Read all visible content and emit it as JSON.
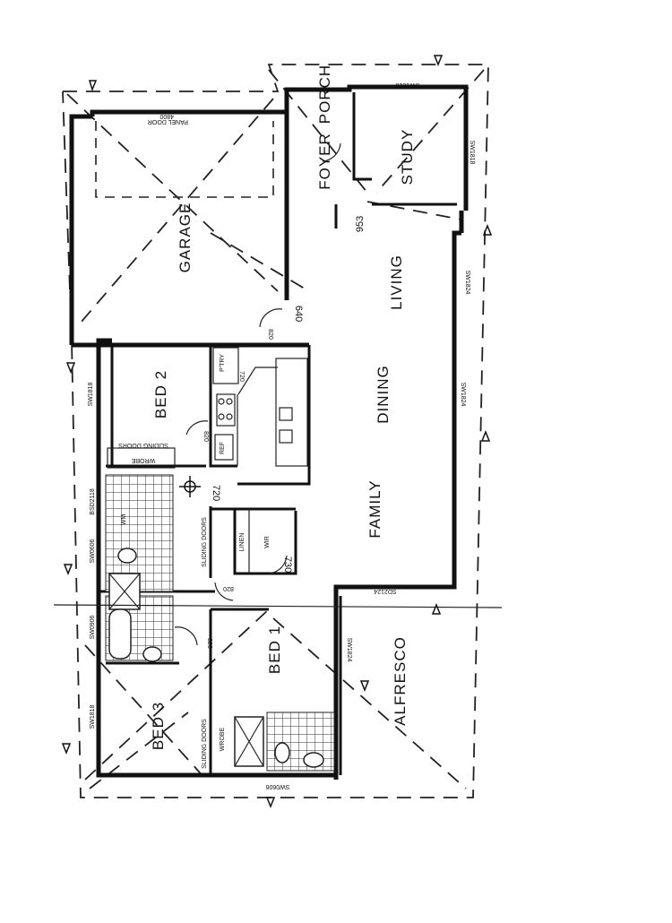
{
  "rooms": {
    "garage": "GARAGE",
    "porch": "PORCH",
    "foyer": "FOYER",
    "study": "STUDY",
    "living": "LIVING",
    "dining": "DINING",
    "family": "FAMILY",
    "bed1": "BED 1",
    "bed2": "BED 2",
    "bed3": "BED 3",
    "alfresco": "ALFRESCO",
    "pantry": "P'TRY",
    "linen": "LINEN",
    "wir": "WIR",
    "wrobe_bed2": "WROBE",
    "wrobe_bed1": "WROBE",
    "ref": "REF",
    "wm": "WM",
    "sliding_doors_bed2": "SLIDING DOORS",
    "sliding_doors_hall": "SLIDING DOORS",
    "sliding_doors_bed3": "SLIDING DOORS"
  },
  "labels": {
    "panel_door": "PANEL DOOR",
    "panel_door_width": "4800",
    "dim_953": "953",
    "dim_640": "640",
    "dim_720": "720",
    "dim_730": "730",
    "door_820_a": "820",
    "door_820_b": "820",
    "door_820_c": "820",
    "door_820_d": "820",
    "door_720": "720",
    "win_top": "SW1818",
    "win_study_side": "SW1818",
    "win_living_1": "SW1824",
    "win_living_2": "SW1824",
    "win_family": "SD2124",
    "win_bed1": "SW1824",
    "win_bottom": "SW0606",
    "win_bed2": "SW1818",
    "win_ens": "BSD2118",
    "win_ldy": "SW0606",
    "win_bath": "SW0906",
    "win_bed3": "SW1818"
  }
}
